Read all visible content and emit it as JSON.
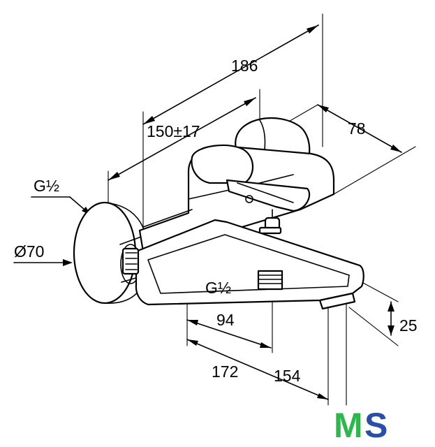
{
  "dimensions": {
    "overall_length": "186",
    "center_distance": "150±17",
    "depth": "78",
    "inlet_thread": "G½",
    "rosette_diameter": "Ø70",
    "outlet_thread": "G½",
    "outlet_offset": "94",
    "spout_height": "25",
    "spout_reach": "172",
    "spout_offset": "154"
  },
  "logo": {
    "letter_m": "M",
    "letter_s": "S",
    "color_m": "#2db84b",
    "color_s": "#2b4fa8"
  }
}
